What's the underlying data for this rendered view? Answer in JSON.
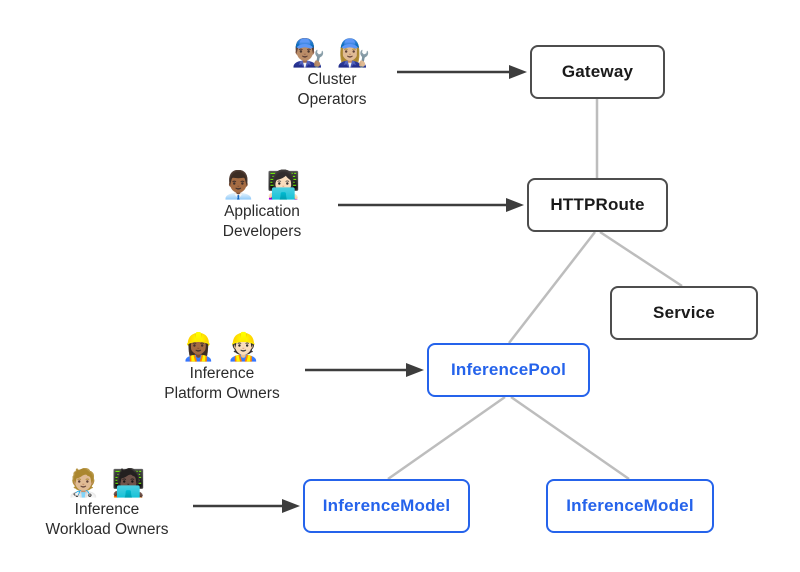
{
  "personas": [
    {
      "id": "cluster-operators",
      "emojis": "👨🏽‍🔧 👩🏼‍🔧",
      "label_line1": "Cluster",
      "label_line2": "Operators"
    },
    {
      "id": "application-developers",
      "emojis": "👨🏾‍💼 👩🏻‍💻",
      "label_line1": "Application",
      "label_line2": "Developers"
    },
    {
      "id": "inference-platform-owners",
      "emojis": "👷🏾‍♀️ 👷🏻",
      "label_line1": "Inference",
      "label_line2": "Platform Owners"
    },
    {
      "id": "inference-workload-owners",
      "emojis": "🧑🏼‍⚕️ 🧑🏿‍💻",
      "label_line1": "Inference",
      "label_line2": "Workload Owners"
    }
  ],
  "nodes": [
    {
      "id": "gateway",
      "label": "Gateway",
      "variant": "dark"
    },
    {
      "id": "httproute",
      "label": "HTTPRoute",
      "variant": "dark"
    },
    {
      "id": "service",
      "label": "Service",
      "variant": "dark"
    },
    {
      "id": "inferencepool",
      "label": "InferencePool",
      "variant": "blue"
    },
    {
      "id": "inferencemodel-left",
      "label": "InferenceModel",
      "variant": "blue"
    },
    {
      "id": "inferencemodel-right",
      "label": "InferenceModel",
      "variant": "blue"
    }
  ],
  "edges": [
    {
      "from": "cluster-operators",
      "to": "gateway",
      "style": "arrow"
    },
    {
      "from": "application-developers",
      "to": "httproute",
      "style": "arrow"
    },
    {
      "from": "inference-platform-owners",
      "to": "inferencepool",
      "style": "arrow"
    },
    {
      "from": "inference-workload-owners",
      "to": "inferencemodel-left",
      "style": "arrow"
    },
    {
      "from": "gateway",
      "to": "httproute",
      "style": "line"
    },
    {
      "from": "httproute",
      "to": "inferencepool",
      "style": "line"
    },
    {
      "from": "httproute",
      "to": "service",
      "style": "line"
    },
    {
      "from": "inferencepool",
      "to": "inferencemodel-left",
      "style": "line"
    },
    {
      "from": "inferencepool",
      "to": "inferencemodel-right",
      "style": "line"
    }
  ],
  "colors": {
    "dark_box_border": "#4d4d4d",
    "dark_box_text": "#1a1a1a",
    "blue_box": "#2563eb",
    "connector_line": "#bdbdbd",
    "arrow": "#3d3d3d",
    "persona_text": "#2b2b2b",
    "background": "#ffffff"
  }
}
